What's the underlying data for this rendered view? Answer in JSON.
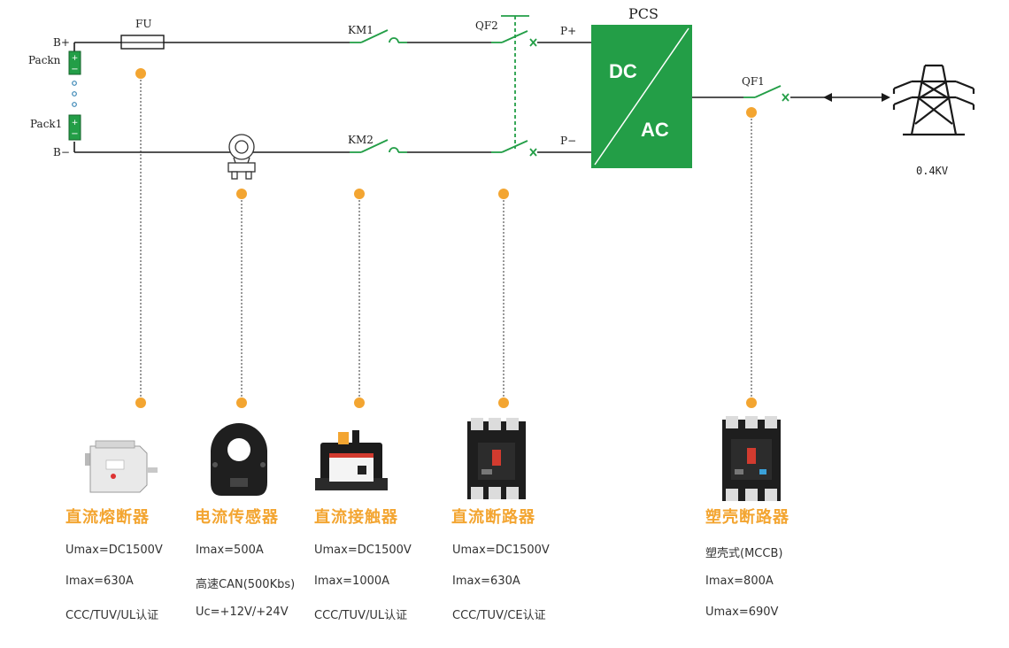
{
  "labels": {
    "b_plus": "B+",
    "b_minus": "B−",
    "packn": "Packn",
    "pack1": "Pack1",
    "fu": "FU",
    "km1": "KM1",
    "km2": "KM2",
    "qf2": "QF2",
    "qf1": "QF1",
    "p_plus": "P+",
    "p_minus": "P−",
    "pcs": "PCS",
    "dc": "DC",
    "ac": "AC",
    "grid_voltage": "0.4KV",
    "cell_plus": "+",
    "cell_minus": "−"
  },
  "colors": {
    "accent": "#f3a531",
    "green": "#239e47",
    "line": "#1a1a1a"
  },
  "products": [
    {
      "title": "直流熔断器",
      "icon": "dc-fuse-icon",
      "specs": [
        "Umax=DC1500V",
        "Imax=630A",
        "CCC/TUV/UL认证"
      ]
    },
    {
      "title": "电流传感器",
      "icon": "current-sensor-icon",
      "specs": [
        "Imax=500A",
        "高速CAN(500Kbs)",
        "Uc=+12V/+24V"
      ]
    },
    {
      "title": "直流接触器",
      "icon": "dc-contactor-icon",
      "specs": [
        "Umax=DC1500V",
        "Imax=1000A",
        "CCC/TUV/UL认证"
      ]
    },
    {
      "title": "直流断路器",
      "icon": "dc-breaker-icon",
      "specs": [
        "Umax=DC1500V",
        "Imax=630A",
        "CCC/TUV/CE认证"
      ]
    },
    {
      "title": "塑壳断路器",
      "icon": "mccb-icon",
      "specs": [
        "塑壳式(MCCB)",
        "Imax=800A",
        "Umax=690V"
      ]
    }
  ]
}
